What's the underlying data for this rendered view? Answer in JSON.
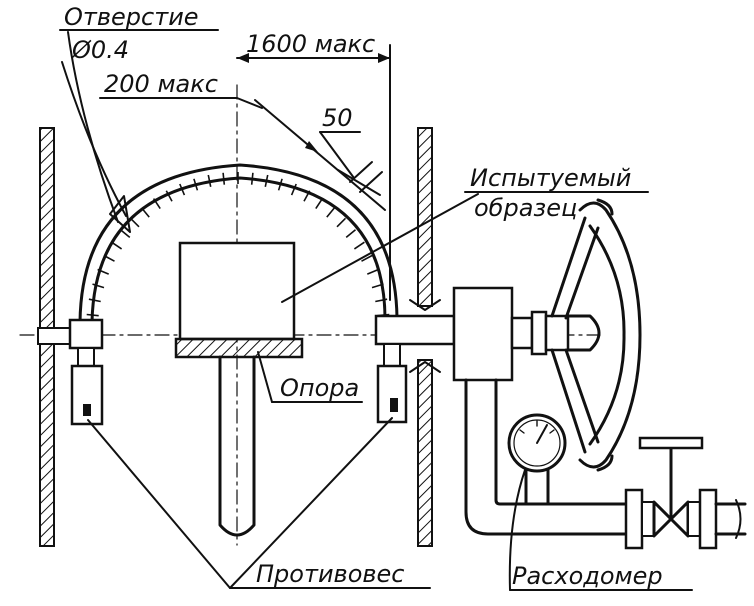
{
  "labels": {
    "orifice": "Отверстие",
    "diameter": "Ø0.4",
    "dim_1600": "1600 макс",
    "dim_200": "200 макс",
    "dim_50": "50",
    "specimen_line1": "Испытуемый",
    "specimen_line2": "образец",
    "support": "Опора",
    "counterweight": "Противовес",
    "flowmeter": "Расходомер"
  },
  "icons": {
    "gauge": "pressure-gauge-icon",
    "valve": "valve-icon",
    "handwheel": "handwheel-icon"
  },
  "colors": {
    "ink": "#111111",
    "paper": "#ffffff"
  }
}
